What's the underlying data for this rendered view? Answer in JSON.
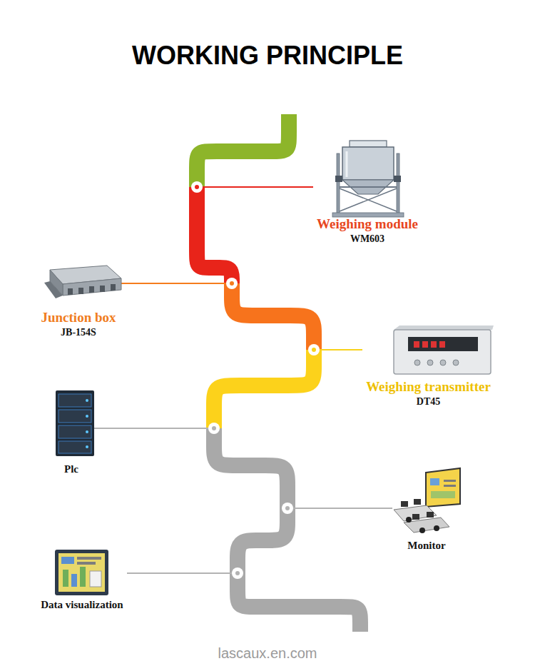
{
  "diagram": {
    "title": "WORKING PRINCIPLE",
    "nodes": [
      {
        "text": [
          "Weighing module",
          "WM603"
        ]
      },
      {
        "text": [
          "Junction box",
          "JB-154S"
        ]
      },
      {
        "text": [
          "Weighing transmitter",
          "DT45"
        ]
      },
      {
        "text": [
          "Plc"
        ]
      },
      {
        "text": [
          "Monitor"
        ]
      },
      {
        "text": [
          "Data visualization"
        ]
      }
    ],
    "edges": [
      {
        "from": 0,
        "to": 1,
        "arrow": "none"
      },
      {
        "from": 1,
        "to": 2,
        "arrow": "none"
      },
      {
        "from": 2,
        "to": 3,
        "arrow": "none"
      },
      {
        "from": 3,
        "to": 4,
        "arrow": "none"
      },
      {
        "from": 4,
        "to": 5,
        "arrow": "none"
      }
    ],
    "labels": [
      "lascaux.en.com"
    ]
  }
}
